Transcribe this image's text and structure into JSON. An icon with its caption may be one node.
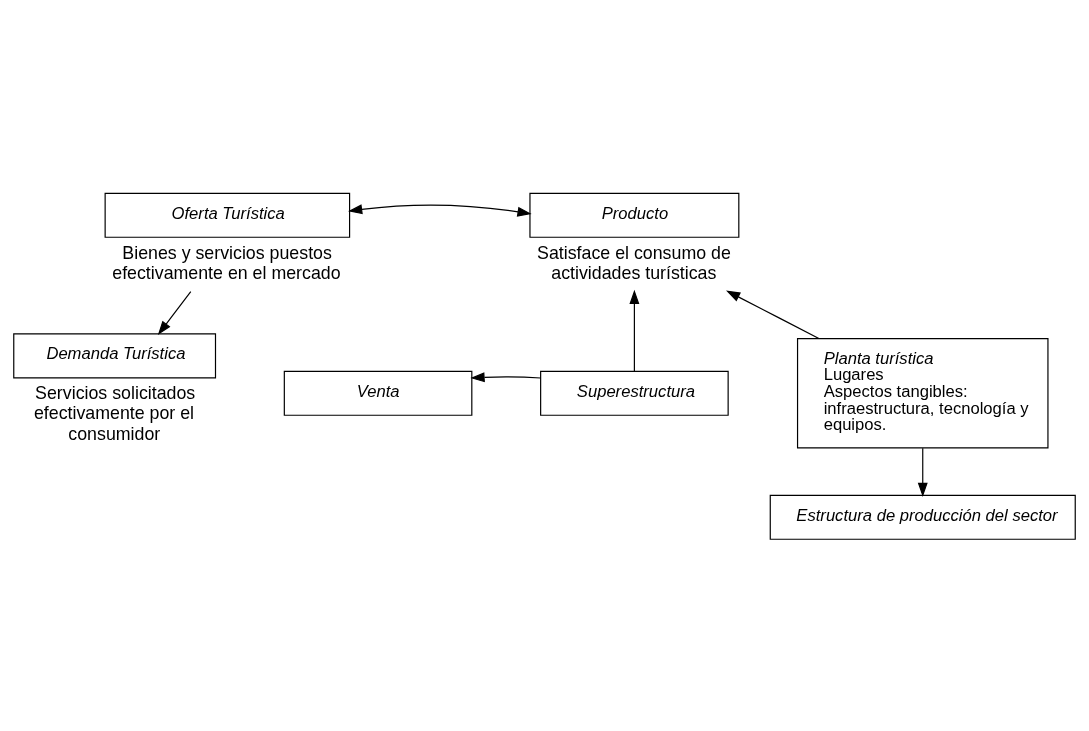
{
  "diagram": {
    "nodes": [
      {
        "text": [
          "Oferta Turística"
        ],
        "beside": [
          "Bienes y servicios puestos efectivamente en el mercado"
        ]
      },
      {
        "text": [
          "Producto"
        ],
        "beside": [
          "Satisface el consumo de actividades turísticas"
        ]
      },
      {
        "text": [
          "Venta"
        ]
      },
      {
        "text": [
          "Superestructura"
        ]
      },
      {
        "text": [
          "Planta turística",
          "Lugares",
          "Aspectos tangibles: infraestructura, tecnología y equipos."
        ]
      },
      {
        "text": [
          "Demanda Turística"
        ],
        "beside": [
          "Servicios solicitados efectivamente por el consumidor"
        ]
      },
      {
        "text": [
          "Estructura de producción del sector"
        ]
      }
    ],
    "edges": [
      {
        "from": 0,
        "to": 1,
        "arrow": "both"
      },
      {
        "from": 3,
        "to": 1,
        "arrow": "to"
      },
      {
        "from": 3,
        "to": 2,
        "arrow": "to"
      },
      {
        "from": 0,
        "to": 5,
        "arrow": "to"
      },
      {
        "from": 4,
        "to": 1,
        "arrow": "to"
      },
      {
        "from": 4,
        "to": 6,
        "arrow": "to"
      }
    ]
  }
}
